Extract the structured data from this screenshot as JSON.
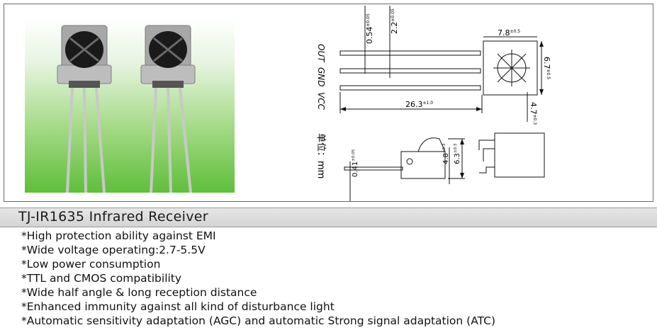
{
  "pin_labels": [
    "OUT",
    "GND",
    "VCC"
  ],
  "units_label": "单位：mm",
  "dimensions": {
    "lead_pitch": {
      "value": "0.54",
      "tol": "±0.05"
    },
    "lead_spacing": {
      "value": "2.2",
      "tol": "±0.05"
    },
    "body_width": {
      "value": "7.8",
      "tol": "±0.5"
    },
    "body_height": {
      "value": "6.7",
      "tol": "±0.5"
    },
    "lead_length": {
      "value": "26.3",
      "tol": "±1.0"
    },
    "lens_offset": {
      "value": "4.7",
      "tol": "±0.3"
    },
    "side_height": {
      "value": "6.3",
      "tol": "±0.3"
    },
    "side_lens": {
      "value": "4.8",
      "tol": "±0.3"
    },
    "lead_thickness": {
      "value": "0.41",
      "tol": "±0.05"
    }
  },
  "product_title": "TJ-IR1635 Infrared Receiver",
  "features": [
    "*High protection ability against EMI",
    "*Wide voltage operating:2.7-5.5V",
    "*Low power consumption",
    "*TTL and CMOS compatibility",
    "*Wide half angle & long reception distance",
    "*Enhanced immunity against all kind of disturbance light",
    "*Automatic sensitivity adaptation (AGC) and automatic Strong signal adaptation (ATC)"
  ]
}
